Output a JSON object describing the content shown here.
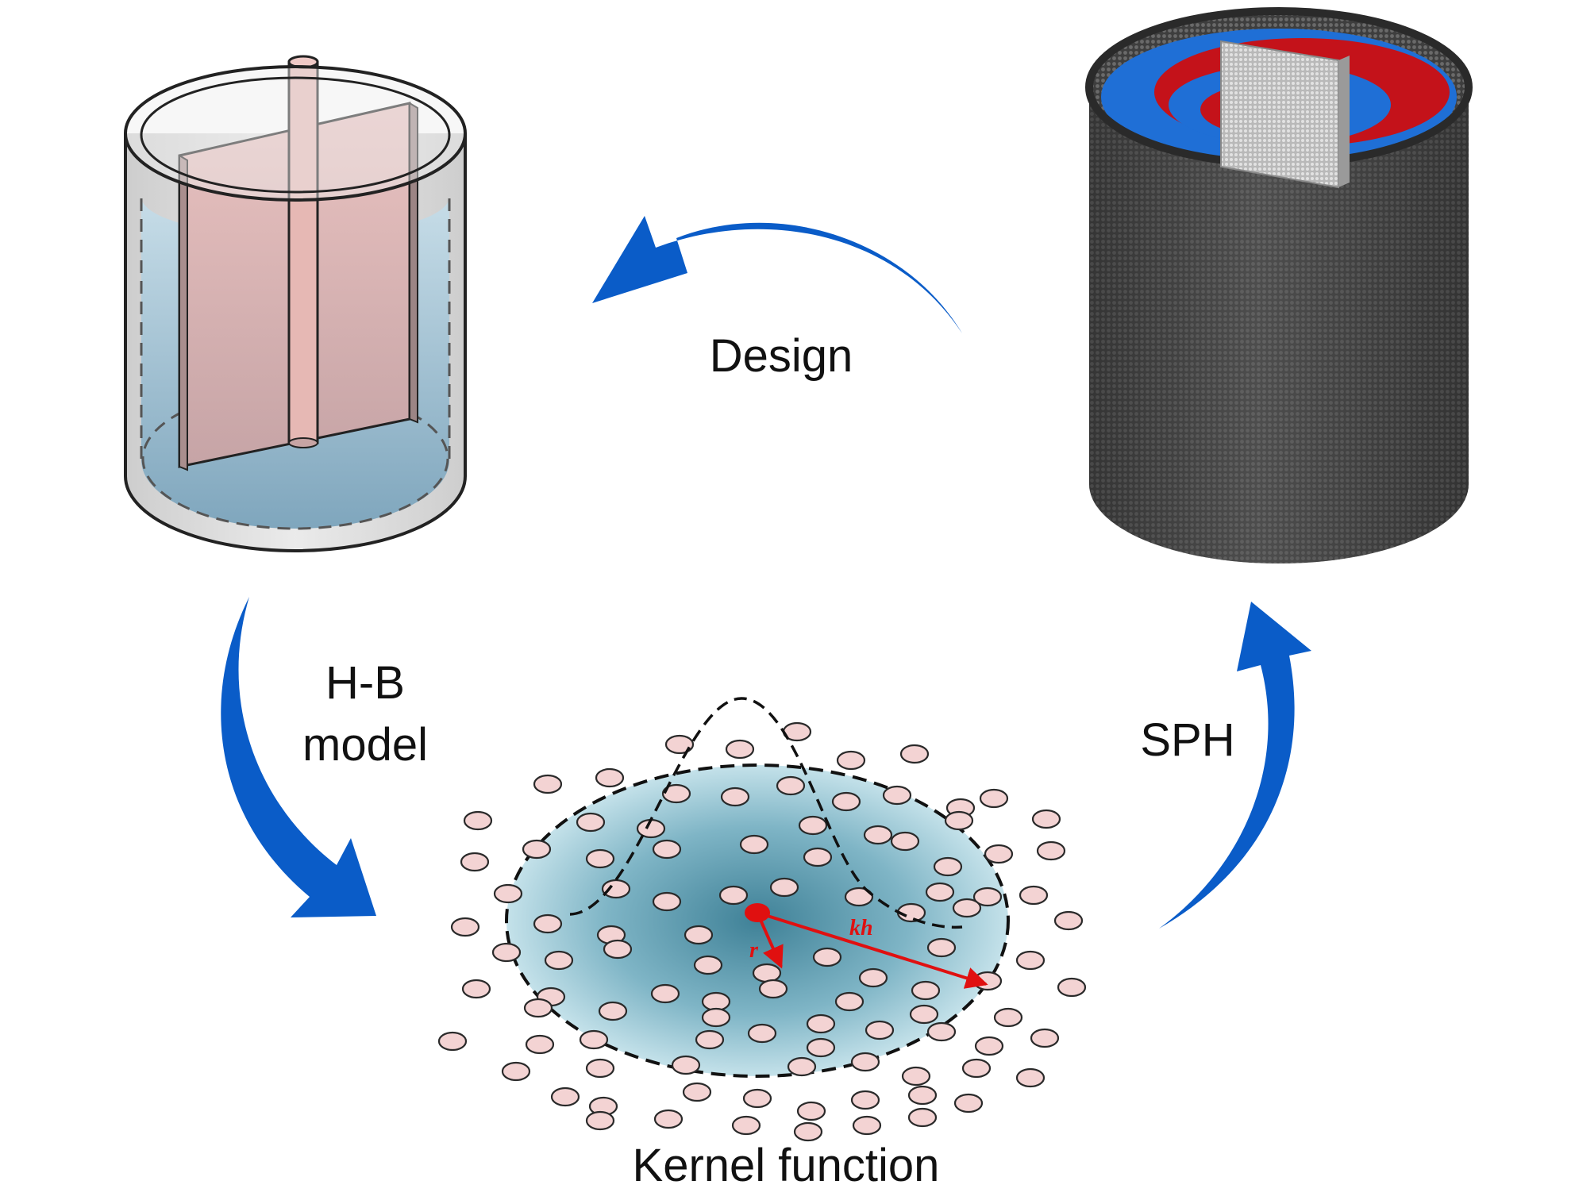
{
  "labels": {
    "design": "Design",
    "hb_line1": "H-B",
    "hb_line2": "model",
    "sph": "SPH",
    "kernel": "Kernel function",
    "r": "r",
    "kh": "kh"
  },
  "colors": {
    "arrow": "#0a5cc8",
    "glass": "#c9c9c9",
    "liquid": "#8fb3c8",
    "paddle": "#d9b2b0",
    "particle_fill": "#f3d3d3",
    "kernel_center": "#4f8ea3",
    "kernel_edge": "#cfe8f0",
    "red": "#e01010",
    "blue_particles": "#1f6fd6",
    "red_particles": "#c4121a",
    "tank_wall": "#4a4a4a"
  },
  "icons": {
    "stirred_tank": "stirred-tank-icon",
    "sph_model": "particle-tank-icon",
    "kernel": "kernel-function-icon"
  }
}
